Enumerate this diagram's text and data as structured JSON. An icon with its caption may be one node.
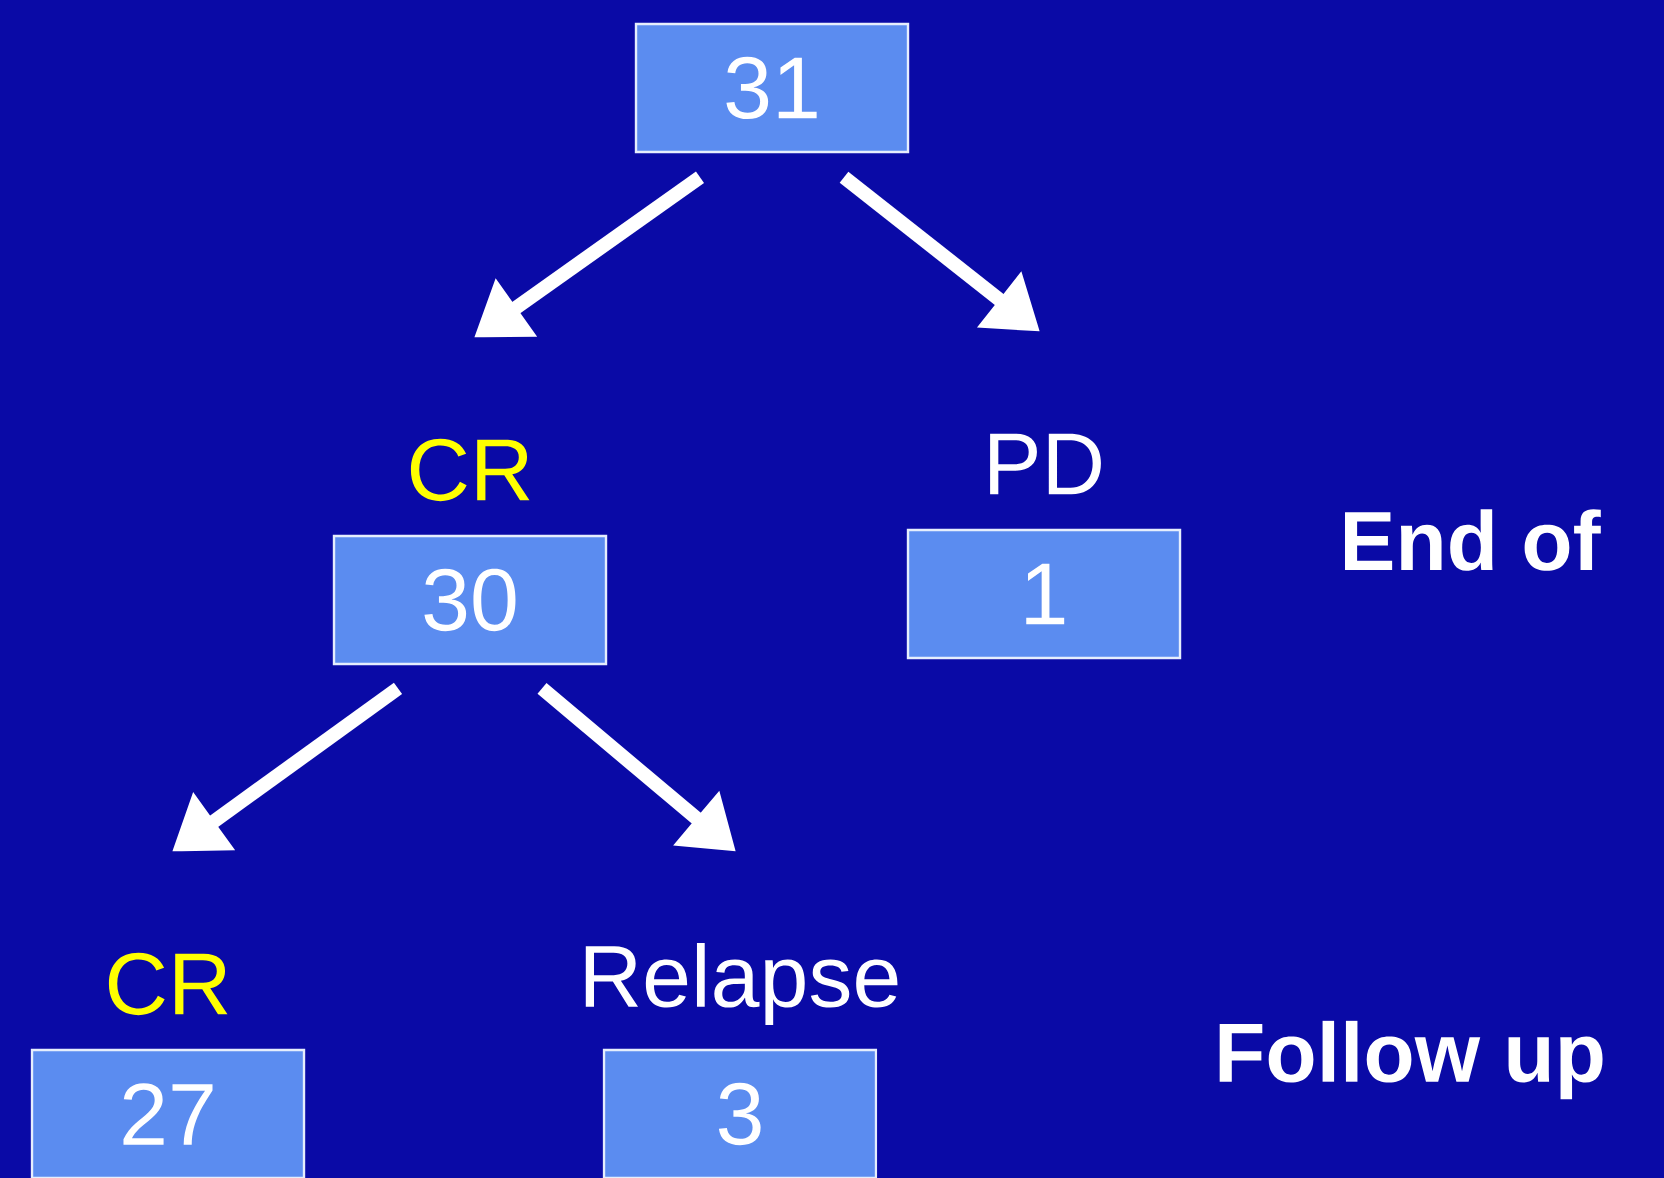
{
  "diagram": {
    "nodes": [
      {
        "text": [
          "31"
        ]
      },
      {
        "text": [
          "CR",
          "30"
        ]
      },
      {
        "text": [
          "PD",
          "1"
        ]
      },
      {
        "text": [
          "CR",
          "27"
        ]
      },
      {
        "text": [
          "Relapse",
          "3"
        ]
      }
    ],
    "edges": [
      {
        "from": 0,
        "to": 1,
        "arrow": "to"
      },
      {
        "from": 0,
        "to": 2,
        "arrow": "to"
      },
      {
        "from": 1,
        "to": 3,
        "arrow": "to"
      },
      {
        "from": 1,
        "to": 4,
        "arrow": "to"
      }
    ],
    "labels": [
      "End of",
      "Follow up"
    ]
  }
}
